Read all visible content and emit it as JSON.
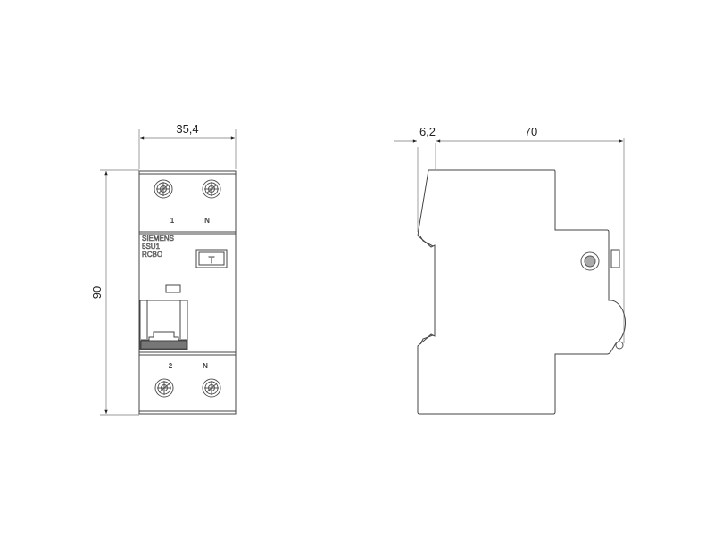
{
  "drawing": {
    "front_view": {
      "width_dimension": "35,4",
      "height_dimension": "90",
      "top_terminals": [
        "1",
        "N"
      ],
      "bottom_terminals": [
        "2",
        "N"
      ],
      "brand": "SIEMENS",
      "model": "5SU1",
      "type": "RCBO",
      "test_button": "T"
    },
    "side_view": {
      "rail_offset_dimension": "6,2",
      "depth_dimension": "70"
    }
  }
}
